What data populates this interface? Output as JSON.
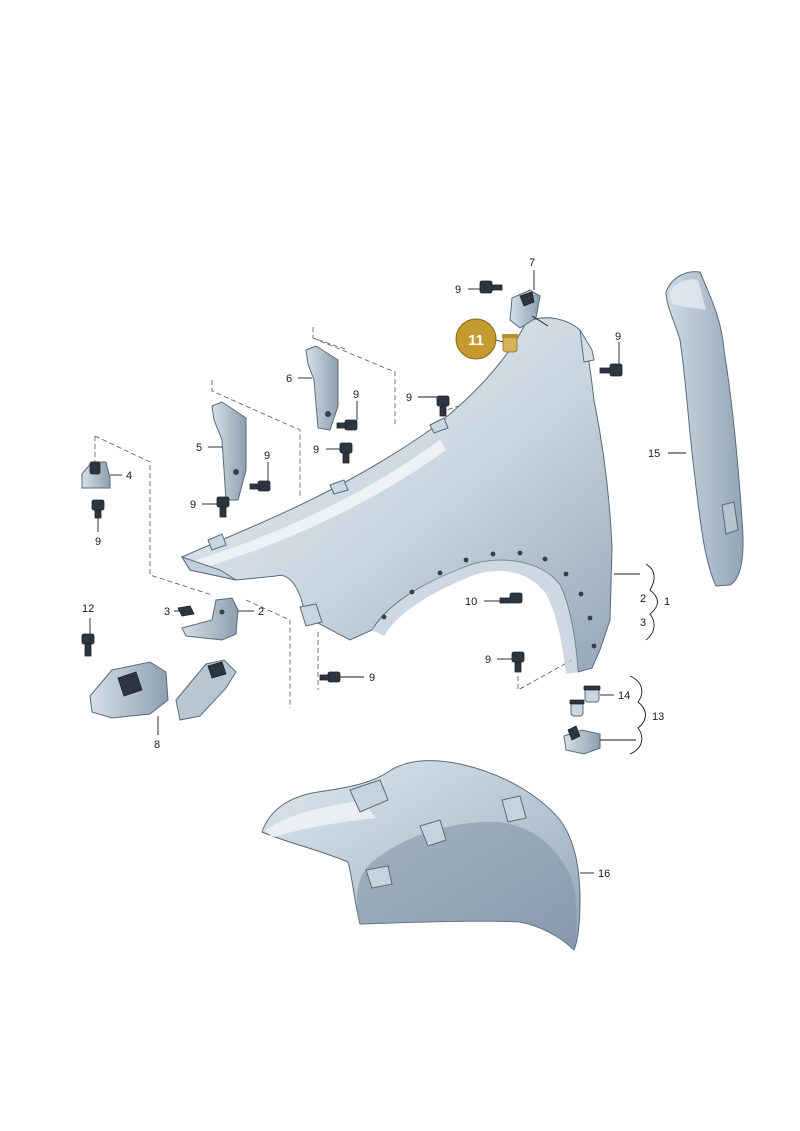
{
  "labels": {
    "p1": "1",
    "p2": "2",
    "p3": "3",
    "p4": "4",
    "p5": "5",
    "p6": "6",
    "p7": "7",
    "p8": "8",
    "p9": "9",
    "p10": "10",
    "p11": "11",
    "p12": "12",
    "p13": "13",
    "p14": "14",
    "p15": "15",
    "p16": "16"
  },
  "highlight": {
    "label": "11",
    "color": "#c59a2e"
  },
  "colors": {
    "panel_light": "#dde6ee",
    "panel_dark": "#9fb0c0",
    "hardware": "#2c3540"
  }
}
